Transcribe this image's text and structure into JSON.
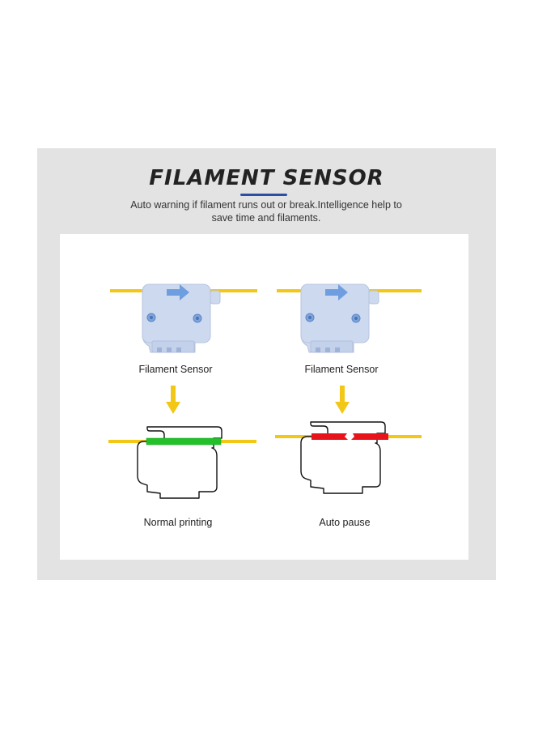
{
  "header": {
    "title": "FILAMENT SENSOR",
    "subtitle": "Auto warning if filament runs out or break.Intelligence help to save time and filaments."
  },
  "left": {
    "sensor_label": "Filament Sensor",
    "state_label": "Normal printing",
    "state_color": "#22c12a"
  },
  "right": {
    "sensor_label": "Filament Sensor",
    "state_label": "Auto pause",
    "state_color": "#e8141c"
  },
  "colors": {
    "filament": "#f2c716",
    "sensor_body": "#cdd9ef",
    "sensor_arrow": "#6f9ee0",
    "down_arrow": "#f2c716",
    "accent_rule": "#2a4fa3",
    "panel_bg": "#e3e3e3"
  }
}
